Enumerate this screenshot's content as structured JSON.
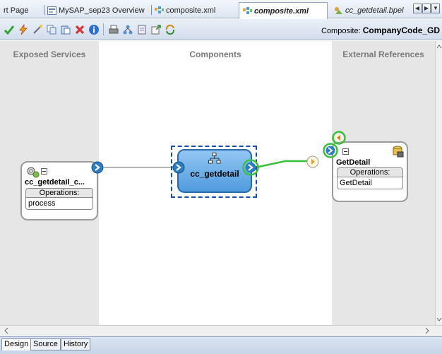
{
  "tabs": [
    {
      "label": "rt Page"
    },
    {
      "label": "MySAP_sep23 Overview"
    },
    {
      "label": "composite.xml"
    },
    {
      "label": "composite.xml"
    },
    {
      "label": "cc_getdetail.bpel"
    }
  ],
  "composite": {
    "label": "Composite:",
    "name": "CompanyCode_GD"
  },
  "lanes": {
    "left": "Exposed Services",
    "middle": "Components",
    "right": "External References"
  },
  "service": {
    "name": "cc_getdetail_c...",
    "operations_label": "Operations:",
    "operation": "process"
  },
  "component": {
    "name": "cc_getdetail"
  },
  "reference": {
    "name": "GetDetail",
    "operations_label": "Operations:",
    "operation": "GetDetail"
  },
  "bottom_tabs": [
    "Design",
    "Source",
    "History"
  ],
  "colors": {
    "accent_green": "#39c13a",
    "component_blue": "#5ea9e4",
    "wire_gray": "#9a9a9a",
    "selection": "#1a4fb0"
  }
}
